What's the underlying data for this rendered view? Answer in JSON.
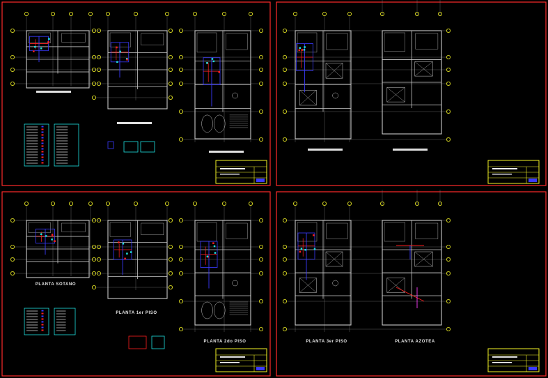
{
  "colors": {
    "background": "#000000",
    "sheet_border": "#ff2a2a",
    "wall": "#c8c8c8",
    "axis_bubble": "#f5f526",
    "pipe_blue": "#3a3aff",
    "pipe_red": "#ff2020",
    "cyan": "#20e0e0",
    "title_block": "#f5f526",
    "pipe_magenta": "#ff40ff",
    "title_bar": "#ffffff"
  },
  "sheets": [
    {
      "id": "sheet-1",
      "labels": []
    },
    {
      "id": "sheet-2",
      "labels": []
    },
    {
      "id": "sheet-3",
      "labels": [
        "PLANTA SOTANO",
        "PLANTA 1er PISO",
        "PLANTA 2do PISO"
      ]
    },
    {
      "id": "sheet-4",
      "labels": [
        "PLANTA 3er PISO",
        "PLANTA AZOTEA"
      ]
    }
  ],
  "sheet3": {
    "label_basement": "PLANTA SOTANO",
    "label_first": "PLANTA 1er PISO",
    "label_second": "PLANTA 2do PISO"
  },
  "sheet4": {
    "label_third": "PLANTA 3er PISO",
    "label_roof": "PLANTA AZOTEA"
  }
}
